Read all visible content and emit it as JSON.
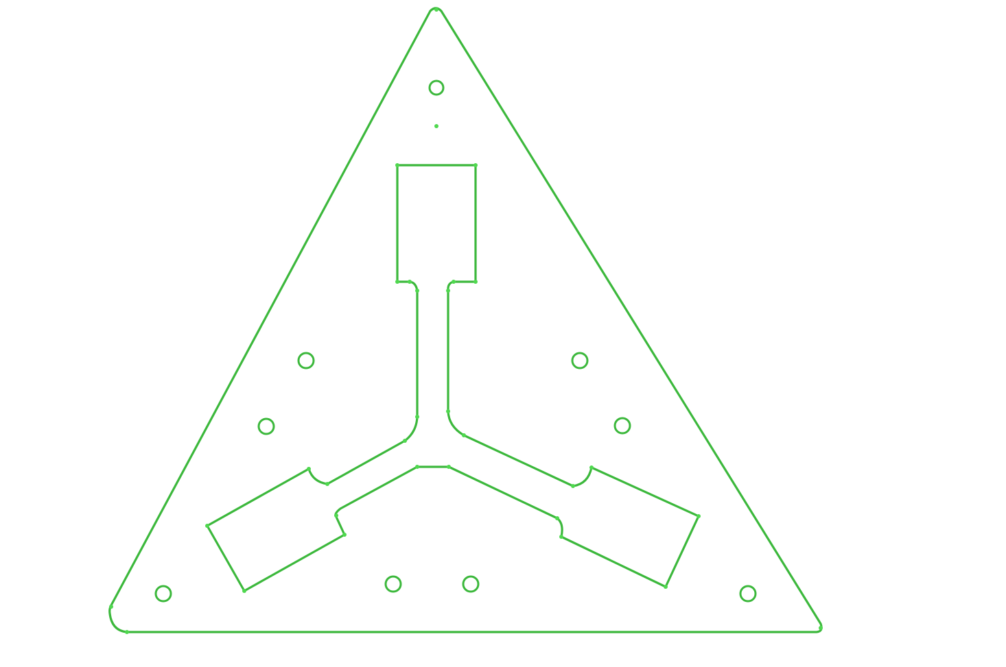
{
  "drawing": {
    "stroke_color": "#3cb83c",
    "vertex_color": "#4fd84f",
    "background": "#ffffff",
    "shapes": {
      "outer_plate": "triangular-plate",
      "inner_cutout": "three-arm-slot",
      "holes": "mounting-holes"
    }
  }
}
